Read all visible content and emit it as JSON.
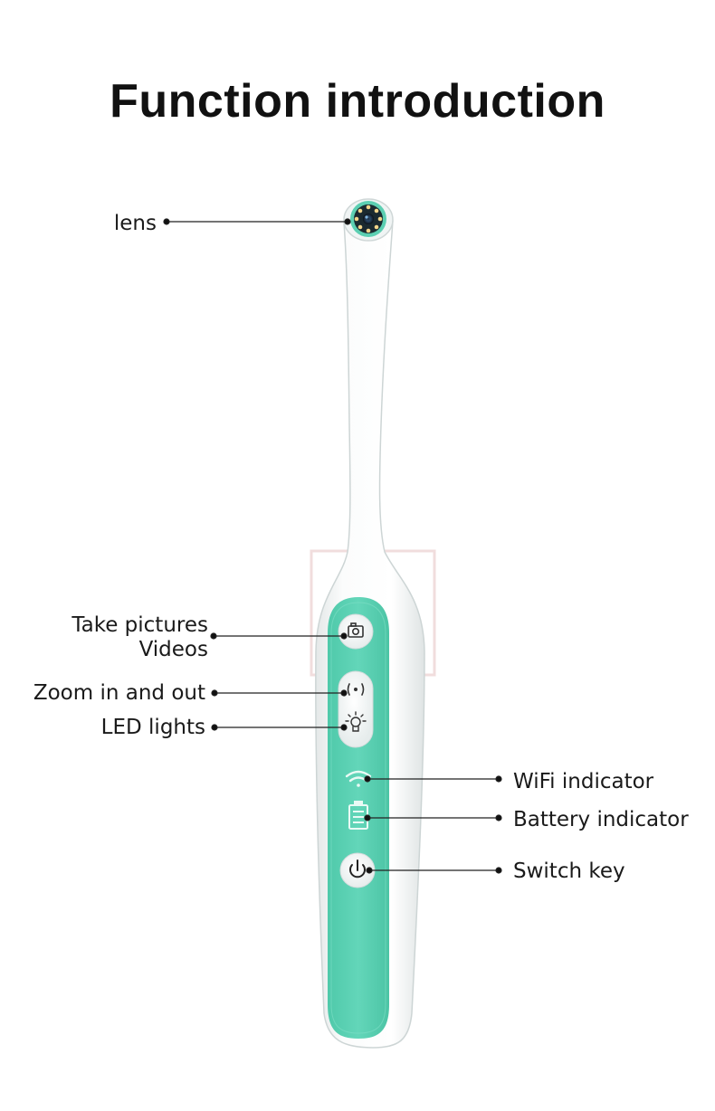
{
  "title": "Function introduction",
  "labels": {
    "lens": "lens",
    "take_pictures": "Take pictures",
    "videos": "Videos",
    "zoom": "Zoom in and out",
    "led": "LED lights",
    "wifi": "WiFi indicator",
    "battery": "Battery indicator",
    "switch": "Switch key"
  },
  "icons": [
    "camera-icon",
    "zoom-icon",
    "bulb-icon",
    "wifi-icon",
    "battery-icon",
    "power-icon"
  ],
  "colors": {
    "accent": "#5ed1b4",
    "accent_dark": "#3fbf9f",
    "body": "#f6f8f8",
    "text": "#1a1a1a"
  }
}
